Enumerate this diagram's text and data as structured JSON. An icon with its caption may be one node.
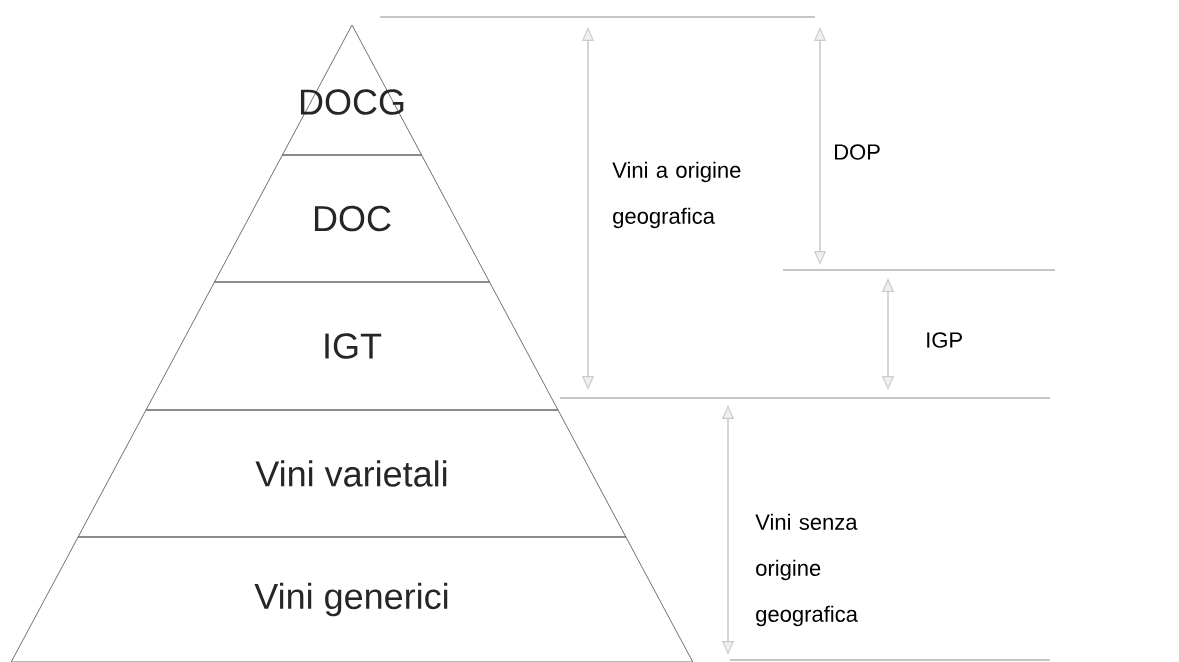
{
  "diagram": {
    "nodes": [
      {
        "text": [
          "DOCG"
        ]
      },
      {
        "text": [
          "DOC"
        ]
      },
      {
        "text": [
          "IGT"
        ]
      },
      {
        "text": [
          "Vini varietali"
        ]
      },
      {
        "text": [
          "Vini generici"
        ]
      }
    ],
    "labels": [
      "Vini a origine geografica",
      "DOP",
      "IGP",
      "Vini senza origine geografica"
    ]
  }
}
